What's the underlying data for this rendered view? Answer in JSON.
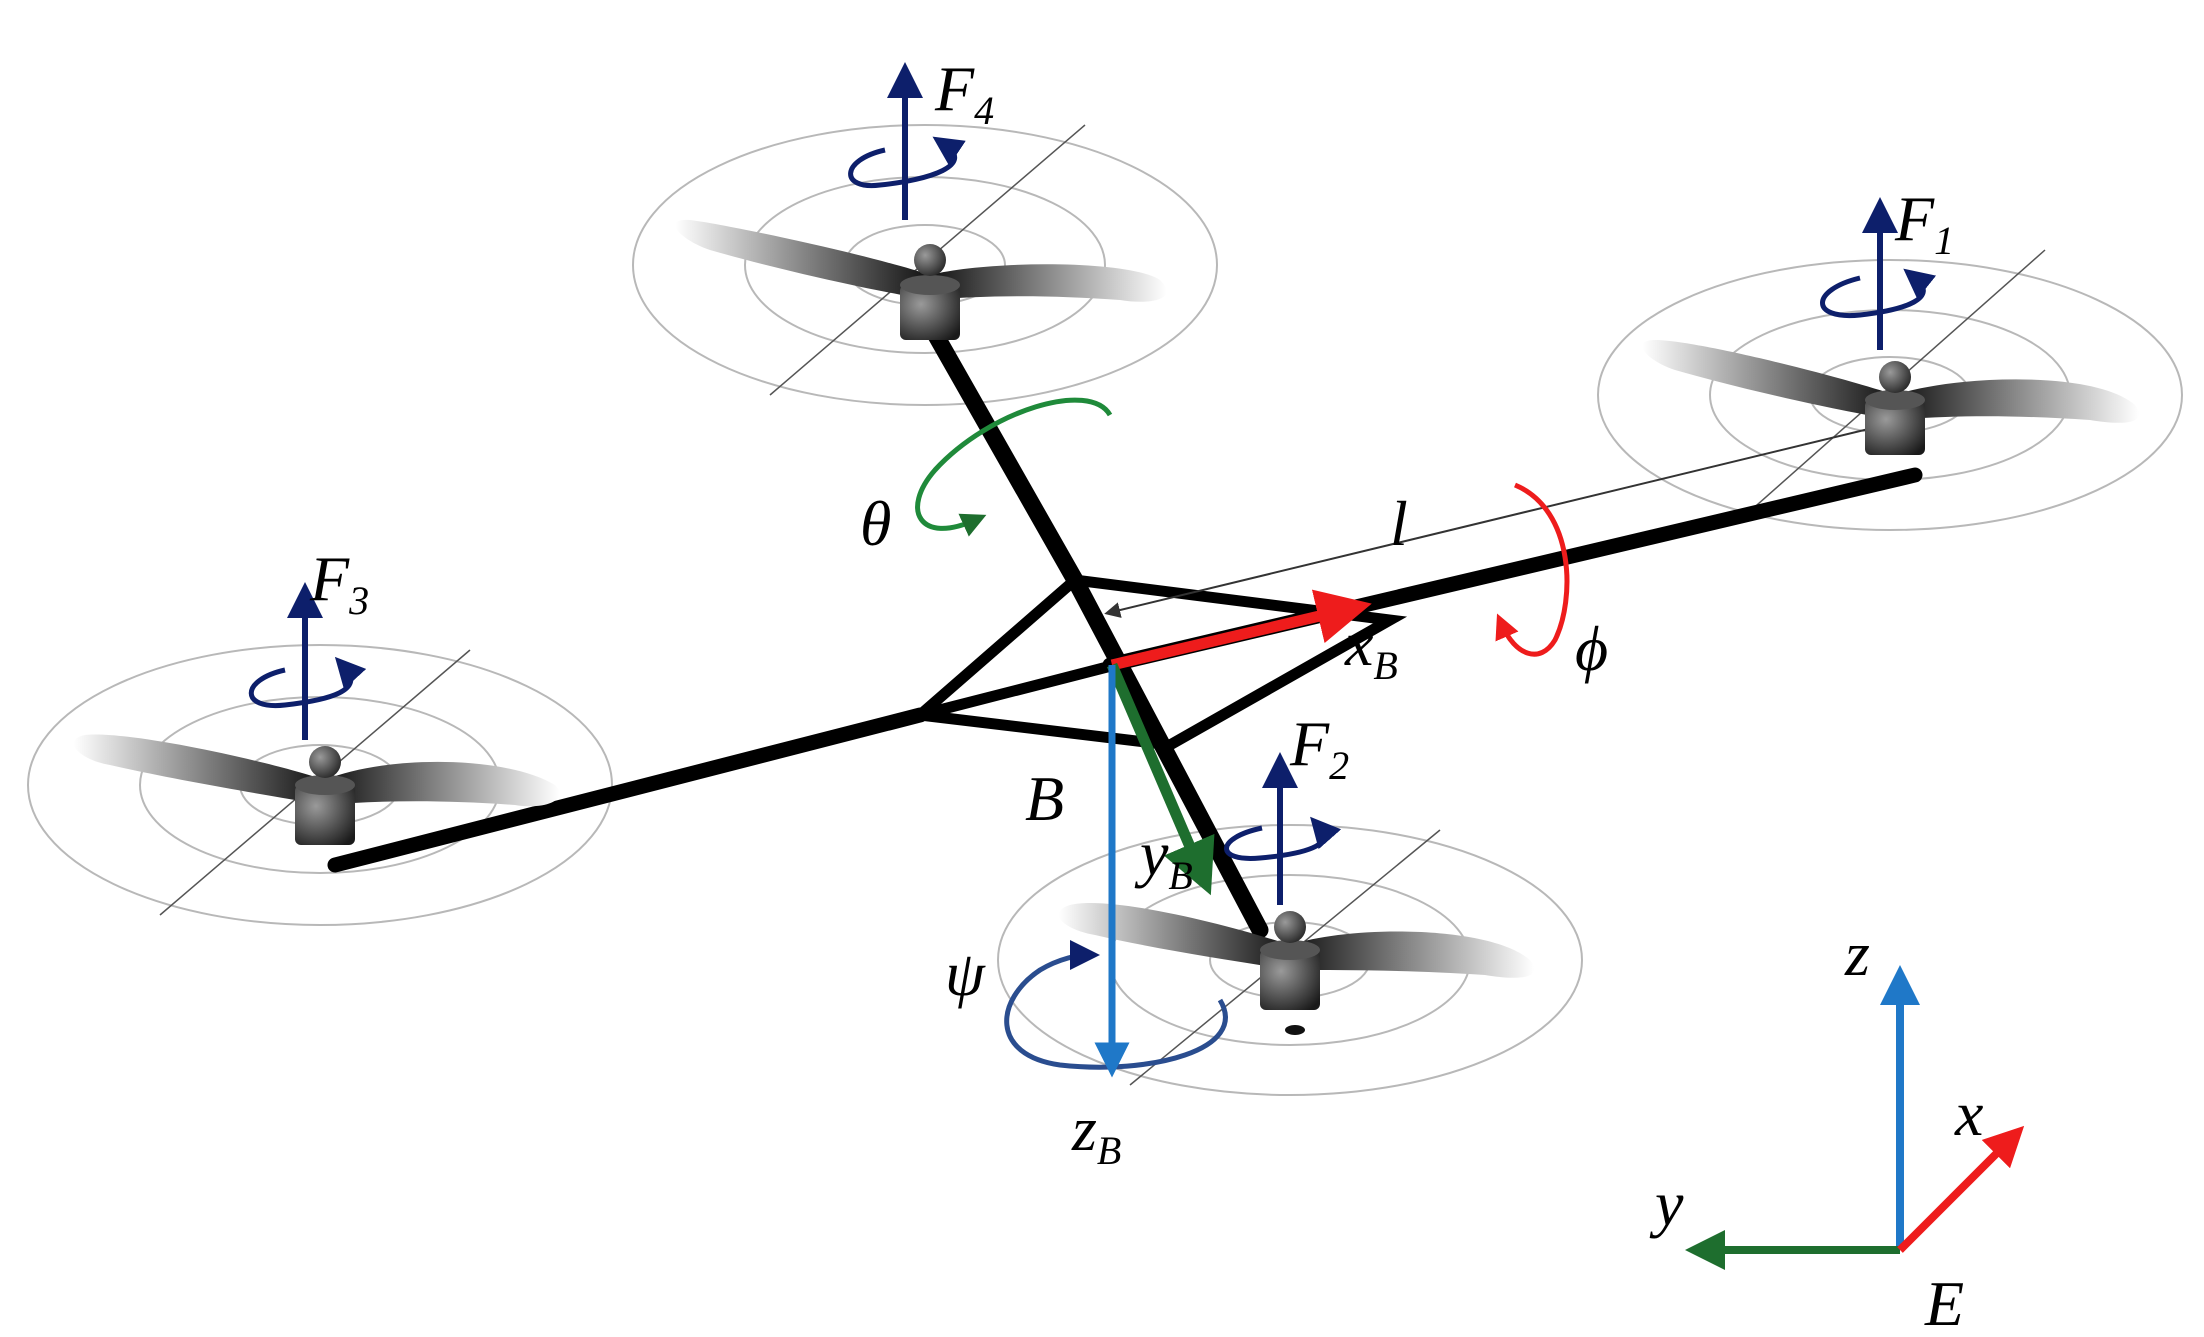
{
  "labels": {
    "F1": {
      "main": "F",
      "sub": "1"
    },
    "F2": {
      "main": "F",
      "sub": "2"
    },
    "F3": {
      "main": "F",
      "sub": "3"
    },
    "F4": {
      "main": "F",
      "sub": "4"
    },
    "l": "l",
    "theta": "θ",
    "phi": "ϕ",
    "psi": "ψ",
    "B": "B",
    "xB": {
      "main": "x",
      "sub": "B"
    },
    "yB": {
      "main": "y",
      "sub": "B"
    },
    "zB": {
      "main": "z",
      "sub": "B"
    },
    "x": "x",
    "y": "y",
    "z": "z",
    "E": "E"
  },
  "colors": {
    "frame": "#000000",
    "thrust": "#0d1f6b",
    "x_axis": "#ee1c1c",
    "y_axis": "#1e6e2e",
    "z_axis": "#1f78c8",
    "theta": "#1f8a3a",
    "phi": "#ee1c1c",
    "psi": "#2a4d8f",
    "prop_disc": "#b8b8b8"
  },
  "icons": {
    "rotor": "propeller-motor-icon",
    "thrust": "thrust-arrow-icon",
    "spin": "rotation-arrow-icon"
  }
}
